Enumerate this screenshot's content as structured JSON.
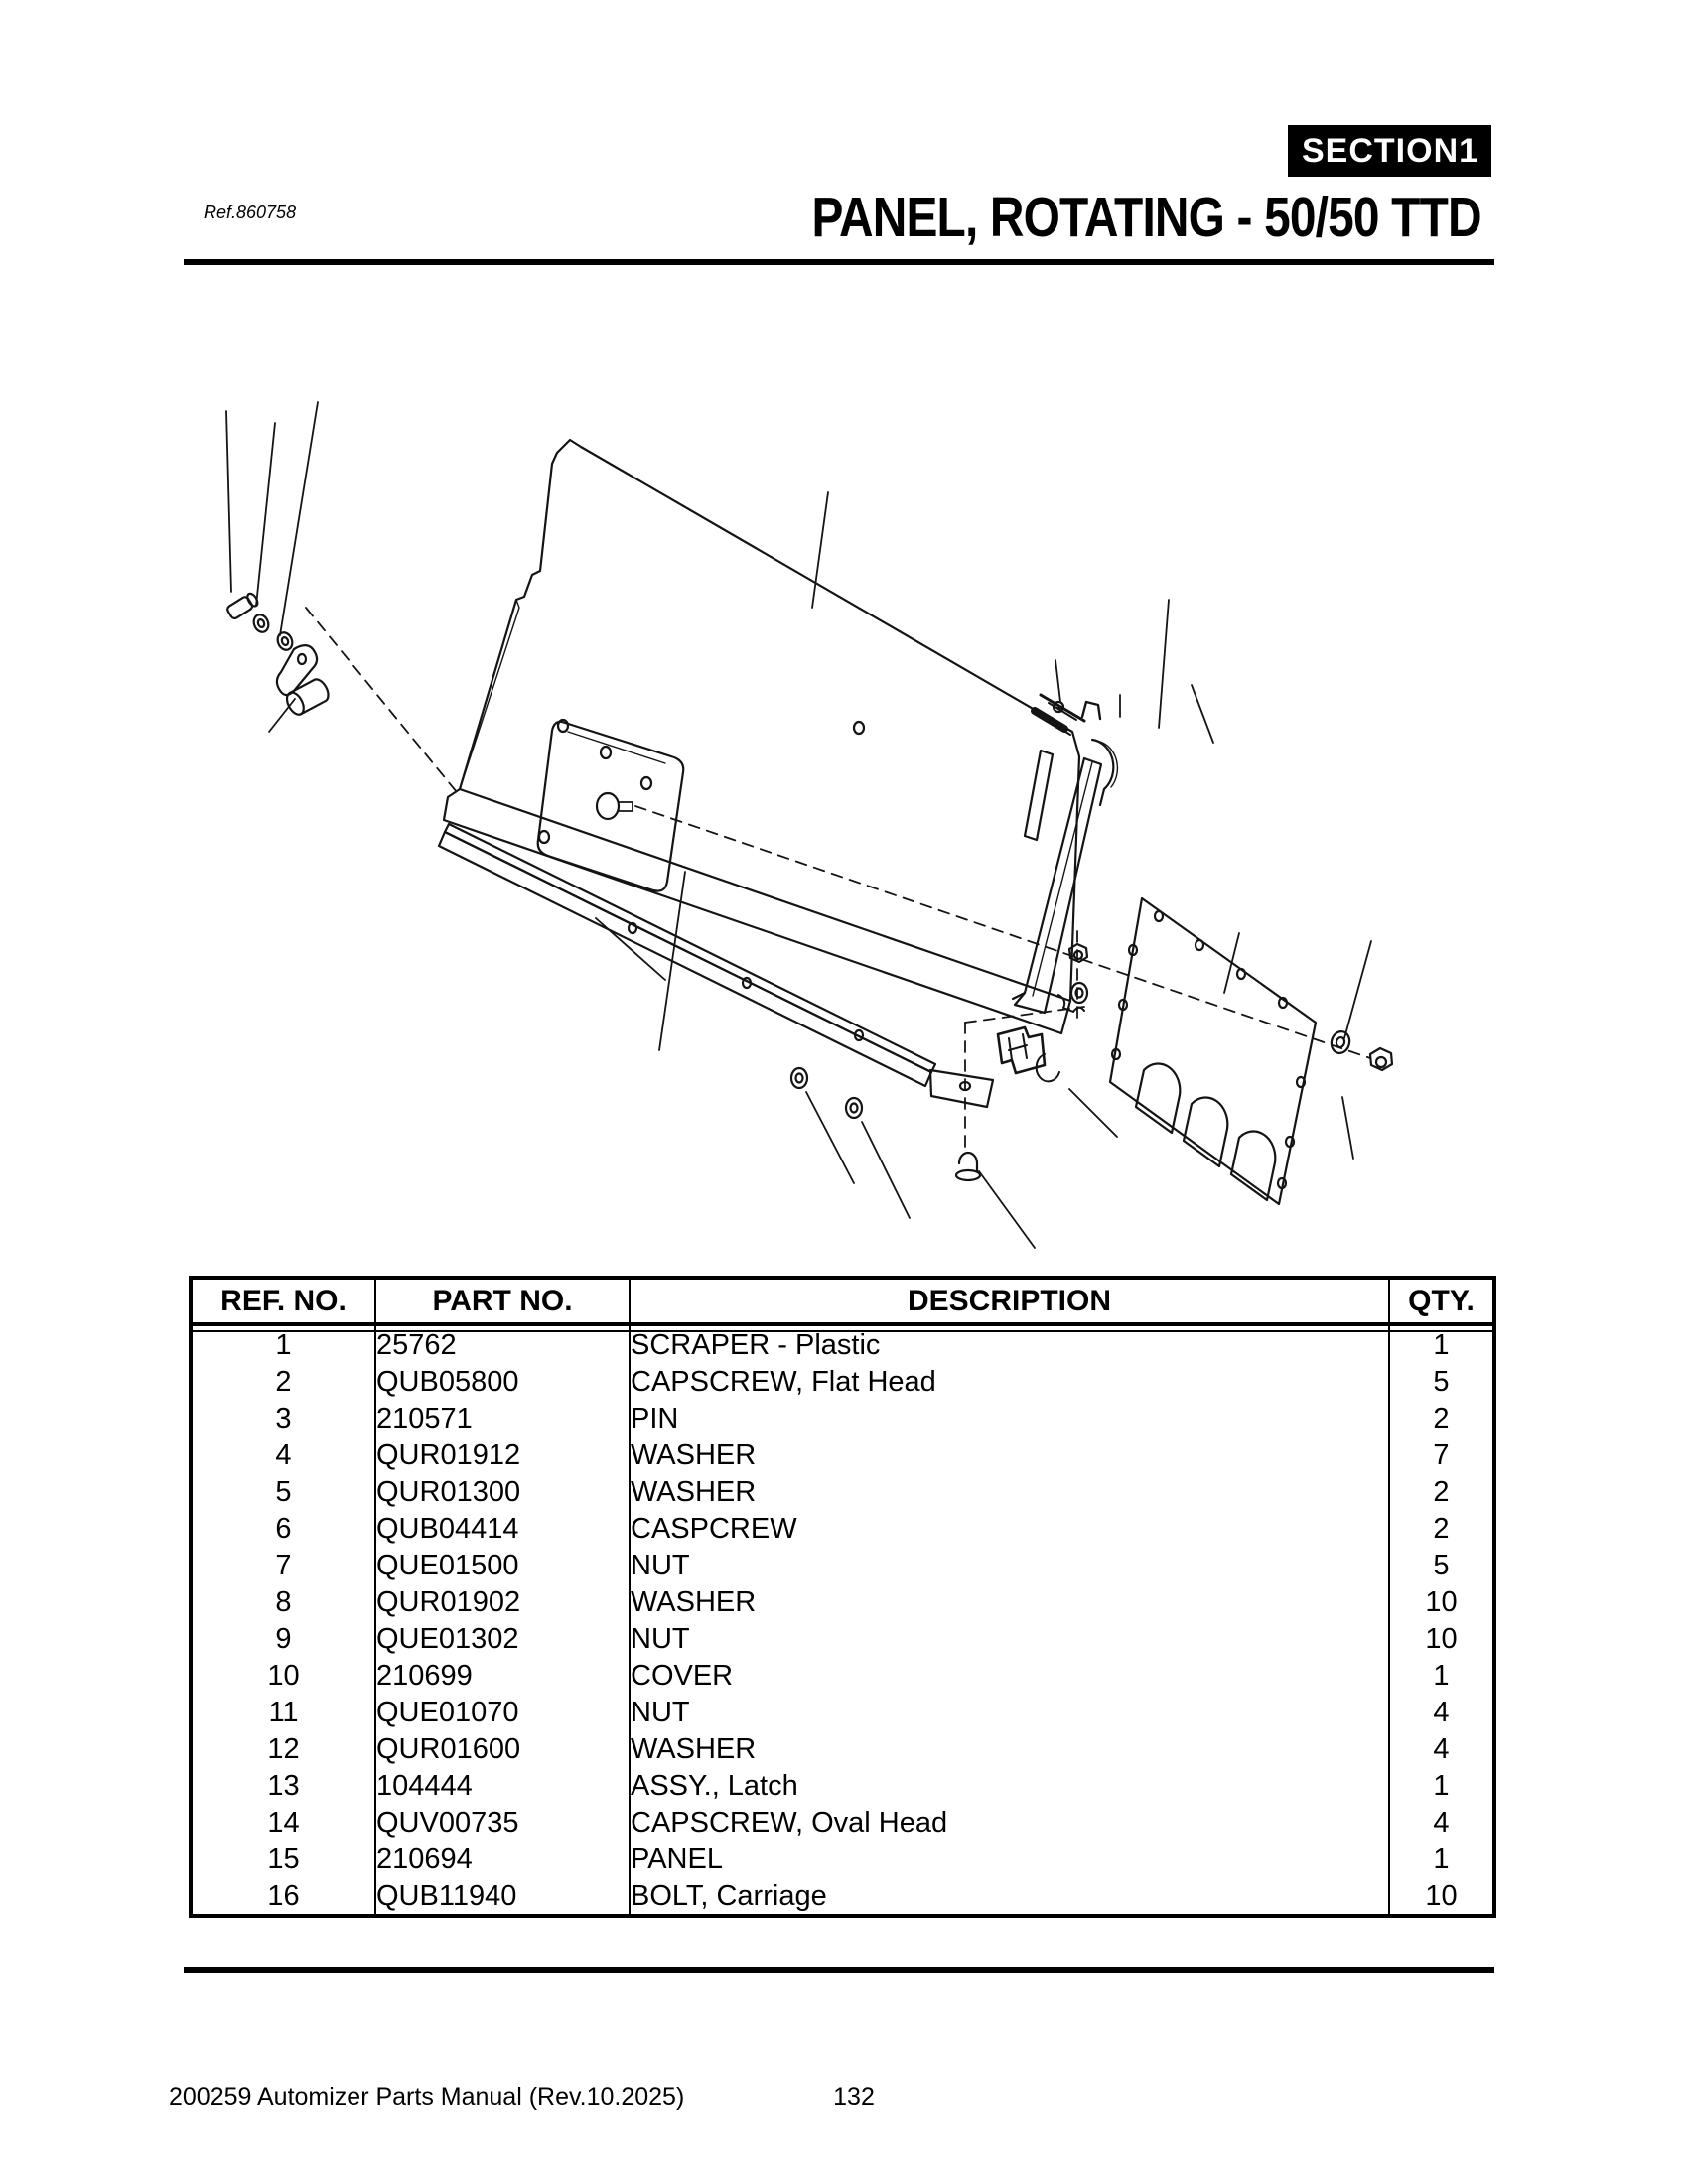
{
  "page": {
    "background": "#ffffff",
    "text_color": "#000000"
  },
  "header": {
    "ref_label": "Ref.860758",
    "section_label": "SECTION",
    "section_number": "1",
    "badge_bg": "#000000",
    "badge_text_color": "#ffffff",
    "title": "PANEL, ROTATING - 50/50 TTD"
  },
  "table": {
    "columns": [
      "REF. NO.",
      "PART NO.",
      "DESCRIPTION",
      "QTY."
    ],
    "rows": [
      {
        "ref_no": "1",
        "part_no": "25762",
        "description": "SCRAPER - Plastic",
        "qty": "1"
      },
      {
        "ref_no": "2",
        "part_no": "QUB05800",
        "description": "CAPSCREW, Flat Head",
        "qty": "5"
      },
      {
        "ref_no": "3",
        "part_no": "210571",
        "description": "PIN",
        "qty": "2"
      },
      {
        "ref_no": "4",
        "part_no": "QUR01912",
        "description": "WASHER",
        "qty": "7"
      },
      {
        "ref_no": "5",
        "part_no": "QUR01300",
        "description": "WASHER",
        "qty": "2"
      },
      {
        "ref_no": "6",
        "part_no": "QUB04414",
        "description": "CASPCREW",
        "qty": "2"
      },
      {
        "ref_no": "7",
        "part_no": "QUE01500",
        "description": "NUT",
        "qty": "5"
      },
      {
        "ref_no": "8",
        "part_no": "QUR01902",
        "description": "WASHER",
        "qty": "10"
      },
      {
        "ref_no": "9",
        "part_no": "QUE01302",
        "description": "NUT",
        "qty": "10"
      },
      {
        "ref_no": "10",
        "part_no": "210699",
        "description": "COVER",
        "qty": "1"
      },
      {
        "ref_no": "11",
        "part_no": "QUE01070",
        "description": "NUT",
        "qty": "4"
      },
      {
        "ref_no": "12",
        "part_no": "QUR01600",
        "description": "WASHER",
        "qty": "4"
      },
      {
        "ref_no": "13",
        "part_no": "104444",
        "description": "ASSY., Latch",
        "qty": "1"
      },
      {
        "ref_no": "14",
        "part_no": "QUV00735",
        "description": "CAPSCREW, Oval Head",
        "qty": "4"
      },
      {
        "ref_no": "15",
        "part_no": "210694",
        "description": "PANEL",
        "qty": "1"
      },
      {
        "ref_no": "16",
        "part_no": "QUB11940",
        "description": "BOLT, Carriage",
        "qty": "10"
      }
    ]
  },
  "footer": {
    "manual_info": "200259 Automizer Parts Manual (Rev.10.2025)",
    "page_number": "132"
  }
}
